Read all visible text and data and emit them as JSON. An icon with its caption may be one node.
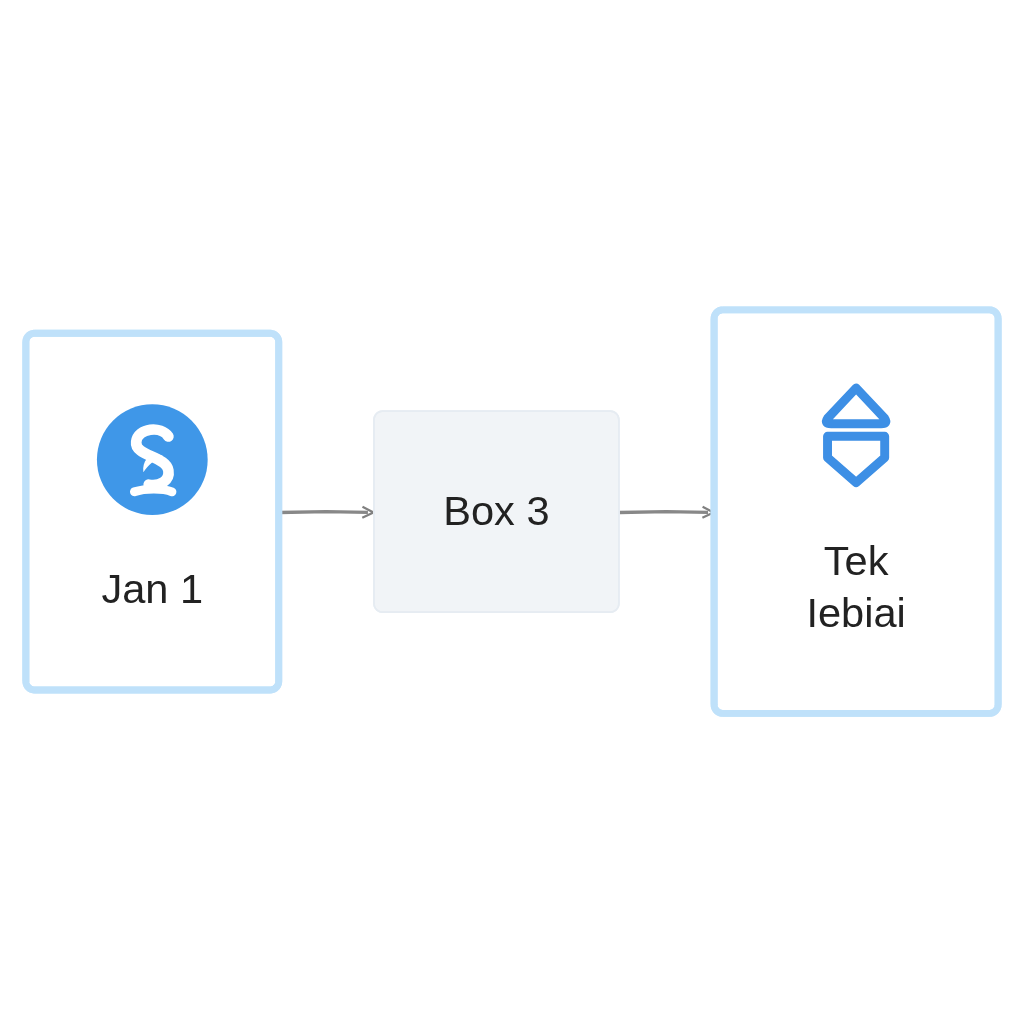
{
  "diagram": {
    "nodes": [
      {
        "text": [
          "Jan 1"
        ]
      },
      {
        "text": [
          "Box 3"
        ]
      },
      {
        "text": [
          "Tek Iebiai"
        ]
      }
    ],
    "edges": [
      {
        "from": 0,
        "to": 1,
        "arrow": "to"
      },
      {
        "from": 1,
        "to": 2,
        "arrow": "to"
      }
    ]
  }
}
